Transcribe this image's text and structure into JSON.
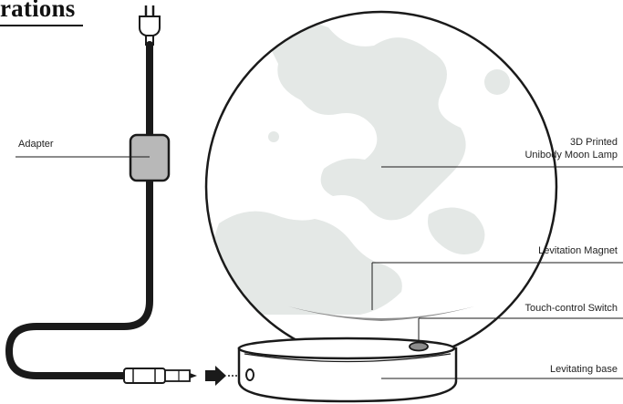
{
  "page": {
    "heading": "rations"
  },
  "labels": {
    "adapter": "Adapter",
    "lamp_line1": "3D Printed",
    "lamp_line2": "Unibody Moon Lamp",
    "magnet": "Levitation Magnet",
    "switch": "Touch-control Switch",
    "base": "Levitating base"
  },
  "colors": {
    "line": "#1a1a1a",
    "adapter_fill": "#b8b8b8",
    "moon_shading": "#e4e8e6",
    "magnet_fill": "#8c8c8c"
  }
}
